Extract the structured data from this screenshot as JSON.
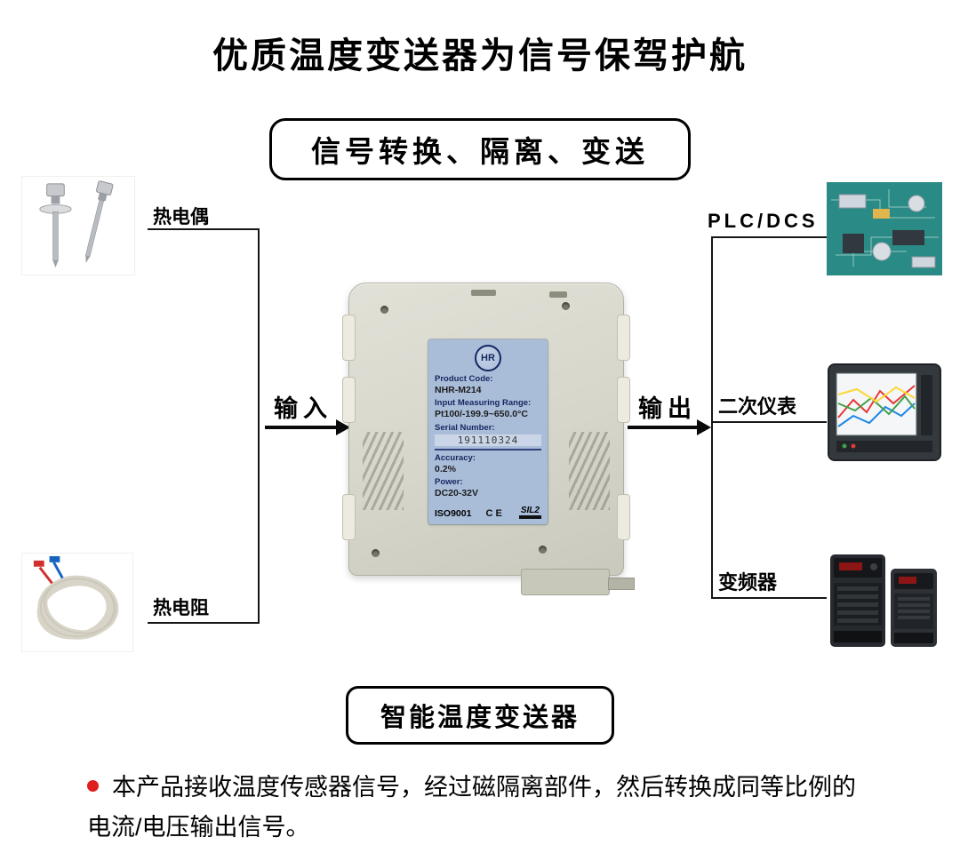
{
  "title": "优质温度变送器为信号保驾护航",
  "banner": "信号转换、隔离、变送",
  "left": {
    "thermocouple_label": "热电偶",
    "rtd_label": "热电阻",
    "input_arrow_label": "输入"
  },
  "right": {
    "output_arrow_label": "输出",
    "plc_label": "PLC/DCS",
    "meter_label": "二次仪表",
    "vfd_label": "变频器"
  },
  "module": {
    "logo": "HR",
    "product_code_label": "Product Code:",
    "product_code": "NHR-M214",
    "range_label": "Input Measuring Range:",
    "range": "Pt100/-199.9~650.0°C",
    "serial_label": "Serial Number:",
    "serial": "191110324",
    "accuracy_label": "Accuracy:",
    "accuracy": "0.2%",
    "power_label": "Power:",
    "power": "DC20-32V",
    "iso": "ISO9001",
    "ce": "CE",
    "sil": "SIL2"
  },
  "footer_box": "智能温度变送器",
  "description": "本产品接收温度传感器信号，经过磁隔离部件，然后转换成同等比例的电流/电压输出信号。",
  "images": {
    "thermocouple": "thermocouple-photo",
    "rtd": "rtd-coil-photo",
    "plc": "plc-circuit-board-photo",
    "meter": "paperless-recorder-photo",
    "vfd": "vfd-drives-photo"
  },
  "colors": {
    "label_bg": "#a9bdd9",
    "module_body": "#d6d6cb",
    "bullet": "#e01f1f",
    "line": "#161616"
  }
}
